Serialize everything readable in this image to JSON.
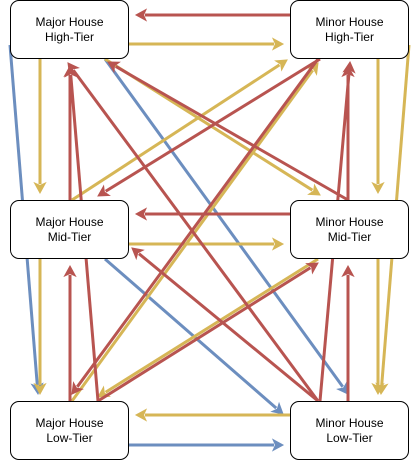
{
  "colors": {
    "red": "#b85450",
    "yellow": "#d6b656",
    "blue": "#6c8ebf"
  },
  "nodes": [
    {
      "id": "major_high",
      "line1": "Major House",
      "line2": "High-Tier"
    },
    {
      "id": "minor_high",
      "line1": "Minor House",
      "line2": "High-Tier"
    },
    {
      "id": "major_mid",
      "line1": "Major House",
      "line2": "Mid-Tier"
    },
    {
      "id": "minor_mid",
      "line1": "Minor House",
      "line2": "Mid-Tier"
    },
    {
      "id": "major_low",
      "line1": "Major House",
      "line2": "Low-Tier"
    },
    {
      "id": "minor_low",
      "line1": "Minor House",
      "line2": "Low-Tier"
    }
  ],
  "edges": [
    {
      "from": "minor_high",
      "to": "major_high",
      "color": "red"
    },
    {
      "from": "major_high",
      "to": "minor_high",
      "color": "yellow"
    },
    {
      "from": "major_high",
      "to": "major_mid",
      "color": "yellow"
    },
    {
      "from": "major_high",
      "to": "major_low",
      "color": "blue"
    },
    {
      "from": "major_high",
      "to": "minor_mid",
      "color": "yellow"
    },
    {
      "from": "major_high",
      "to": "minor_low",
      "color": "blue"
    },
    {
      "from": "minor_high",
      "to": "minor_mid",
      "color": "yellow"
    },
    {
      "from": "minor_high",
      "to": "minor_low",
      "color": "yellow"
    },
    {
      "from": "minor_high",
      "to": "major_mid",
      "color": "red"
    },
    {
      "from": "minor_high",
      "to": "major_low",
      "color": "red"
    },
    {
      "from": "major_mid",
      "to": "major_high",
      "color": "red"
    },
    {
      "from": "major_mid",
      "to": "minor_high",
      "color": "yellow"
    },
    {
      "from": "minor_mid",
      "to": "major_high",
      "color": "red"
    },
    {
      "from": "minor_mid",
      "to": "minor_high",
      "color": "red"
    },
    {
      "from": "minor_mid",
      "to": "major_mid",
      "color": "red"
    },
    {
      "from": "major_mid",
      "to": "minor_mid",
      "color": "yellow"
    },
    {
      "from": "major_mid",
      "to": "major_low",
      "color": "yellow"
    },
    {
      "from": "major_mid",
      "to": "minor_low",
      "color": "blue"
    },
    {
      "from": "minor_mid",
      "to": "minor_low",
      "color": "yellow"
    },
    {
      "from": "minor_mid",
      "to": "major_low",
      "color": "yellow"
    },
    {
      "from": "major_low",
      "to": "major_high",
      "color": "red"
    },
    {
      "from": "major_low",
      "to": "major_mid",
      "color": "red"
    },
    {
      "from": "major_low",
      "to": "minor_high",
      "color": "yellow"
    },
    {
      "from": "major_low",
      "to": "minor_mid",
      "color": "red"
    },
    {
      "from": "minor_low",
      "to": "major_high",
      "color": "red"
    },
    {
      "from": "minor_low",
      "to": "major_mid",
      "color": "red"
    },
    {
      "from": "minor_low",
      "to": "minor_high",
      "color": "red"
    },
    {
      "from": "minor_low",
      "to": "minor_mid",
      "color": "red"
    },
    {
      "from": "minor_low",
      "to": "major_low",
      "color": "yellow"
    },
    {
      "from": "major_low",
      "to": "minor_low",
      "color": "blue"
    }
  ]
}
